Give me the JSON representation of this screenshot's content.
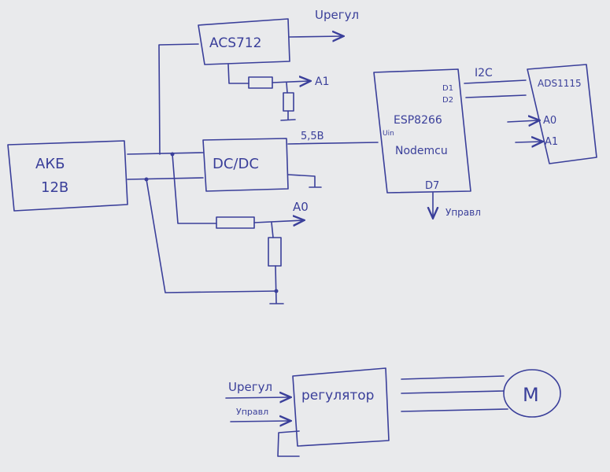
{
  "title": "Hand-drawn circuit block diagram",
  "ink_color": "#3a3f9a",
  "paper_color": "#e9eaec",
  "blocks": {
    "battery": [
      "АКБ",
      "12В"
    ],
    "acs": "ACS712",
    "dcdc": "DC/DC",
    "esp": {
      "name": "ESP8266",
      "board": "Nodemcu",
      "pin_uin": "Uin",
      "pin_d1": "D1",
      "pin_d2": "D2",
      "pin_d7": "D7"
    },
    "ads": {
      "name": "ADS1115",
      "in_a0": "A0",
      "in_a1": "A1"
    },
    "regulator": "регулятор",
    "motor": "M"
  },
  "labels": {
    "u_reg_top": "Uрегул",
    "a1": "A1",
    "a0": "A0",
    "v55": "5,5В",
    "i2c": "I2C",
    "control_out": "Управл",
    "u_reg_in": "Uрегул",
    "control_in": "Управл"
  }
}
